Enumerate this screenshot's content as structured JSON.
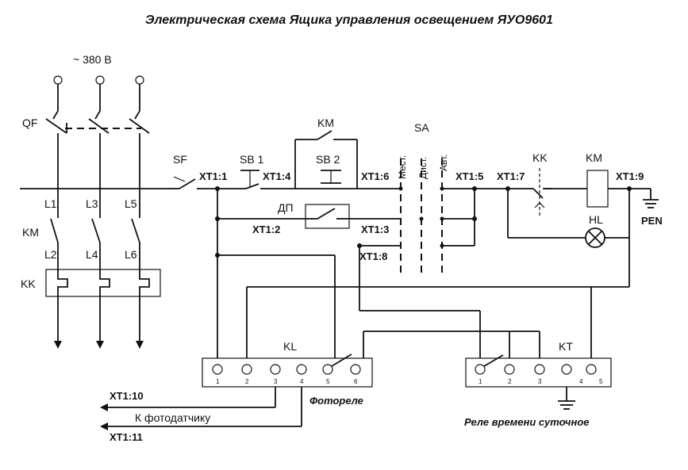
{
  "title": "Электрическая схема Ящика управления освещением ЯУО9601",
  "labels": {
    "supply": "~ 380 В",
    "qf": "QF",
    "km_left": "KM",
    "kk_left": "KK",
    "l1": "L1",
    "l3": "L3",
    "l5": "L5",
    "l2": "L2",
    "l4": "L4",
    "l6": "L6",
    "sf": "SF",
    "sb1": "SB 1",
    "sb2": "SB 2",
    "km_top": "KM",
    "dp": "ДП",
    "sa": "SA",
    "mode_local": "Мест.",
    "mode_remote": "Дист.",
    "mode_auto": "Авт.",
    "kk_right": "KK",
    "km_right": "KM",
    "hl": "HL",
    "pen": "PEN",
    "kl": "KL",
    "kt": "KT"
  },
  "terminals": {
    "xt1_1": "XT1:1",
    "xt1_2": "XT1:2",
    "xt1_3": "XT1:3",
    "xt1_4": "XT1:4",
    "xt1_5": "XT1:5",
    "xt1_6": "XT1:6",
    "xt1_7": "XT1:7",
    "xt1_8": "XT1:8",
    "xt1_9": "XT1:9",
    "xt1_10": "XT1:10",
    "xt1_11": "XT1:11"
  },
  "kl_pins": [
    "1",
    "2",
    "3",
    "4",
    "5",
    "6"
  ],
  "kt_pins": [
    "1",
    "2",
    "3",
    "4",
    "5"
  ],
  "captions": {
    "photorelay": "Фотореле",
    "sensor": "К фотодатчику",
    "timer": "Реле времени суточное"
  }
}
